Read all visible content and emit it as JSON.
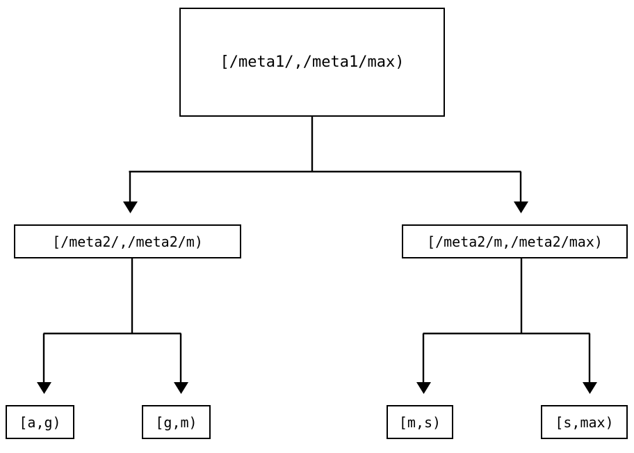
{
  "diagram": {
    "kind": "binary-range-partition-tree",
    "orientation": "top-down",
    "background_color": "#ffffff",
    "line_color": "#000000",
    "box_fill_color": "#ffffff",
    "box_border_color": "#000000",
    "arrowhead_style": "filled-triangle-down",
    "nodes": {
      "root": {
        "label": "[/meta1/,/meta1/max)",
        "level": 0
      },
      "mid_left": {
        "label": "[/meta2/,/meta2/m)",
        "level": 1
      },
      "mid_right": {
        "label": "[/meta2/m,/meta2/max)",
        "level": 1
      },
      "leaf_ag": {
        "label": "[a,g)",
        "level": 2
      },
      "leaf_gm": {
        "label": "[g,m)",
        "level": 2
      },
      "leaf_ms": {
        "label": "[m,s)",
        "level": 2
      },
      "leaf_smax": {
        "label": "[s,max)",
        "level": 2
      }
    },
    "edges": [
      {
        "from": "root",
        "to": "mid_left"
      },
      {
        "from": "root",
        "to": "mid_right"
      },
      {
        "from": "mid_left",
        "to": "leaf_ag"
      },
      {
        "from": "mid_left",
        "to": "leaf_gm"
      },
      {
        "from": "mid_right",
        "to": "leaf_ms"
      },
      {
        "from": "mid_right",
        "to": "leaf_smax"
      }
    ]
  }
}
